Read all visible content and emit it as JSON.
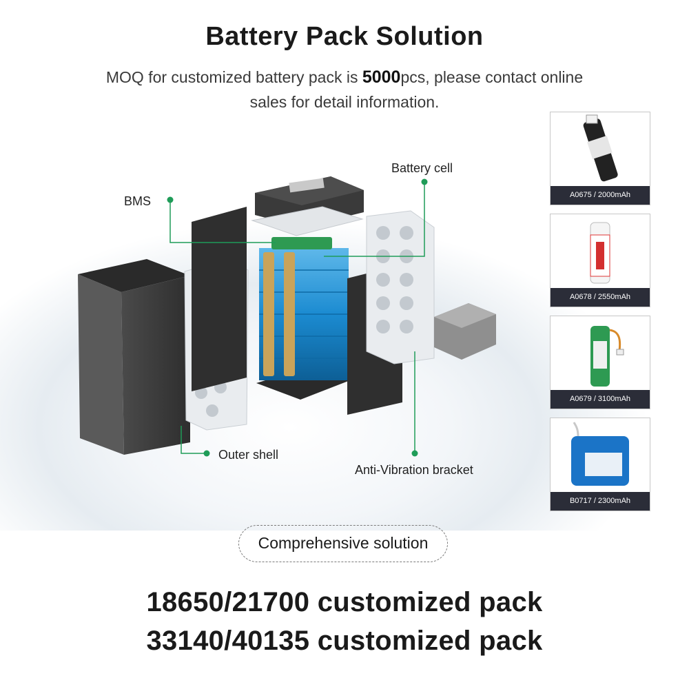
{
  "header": {
    "title": "Battery Pack Solution",
    "subtitle_pre": "MOQ for customized battery pack is ",
    "subtitle_moq": "5000",
    "subtitle_post": "pcs, please contact online sales  for detail information."
  },
  "callouts": {
    "battery_cell": "Battery cell",
    "bms": "BMS",
    "outer_shell": "Outer shell",
    "anti_vibration": "Anti-Vibration bracket"
  },
  "products": [
    {
      "label": "A0675 / 2000mAh"
    },
    {
      "label": "A0678 / 2550mAh"
    },
    {
      "label": "A0679 / 3100mAh"
    },
    {
      "label": "B0717 / 2300mAh"
    }
  ],
  "solution_label": "Comprehensive solution",
  "footer": {
    "line1": "18650/21700 customized pack",
    "line2": "33140/40135 customized pack"
  },
  "colors": {
    "accent_green": "#1f9c58",
    "cell_blue": "#1b8bd1",
    "shell_dark": "#3b3b3b",
    "label_bg": "#2b2d38"
  }
}
